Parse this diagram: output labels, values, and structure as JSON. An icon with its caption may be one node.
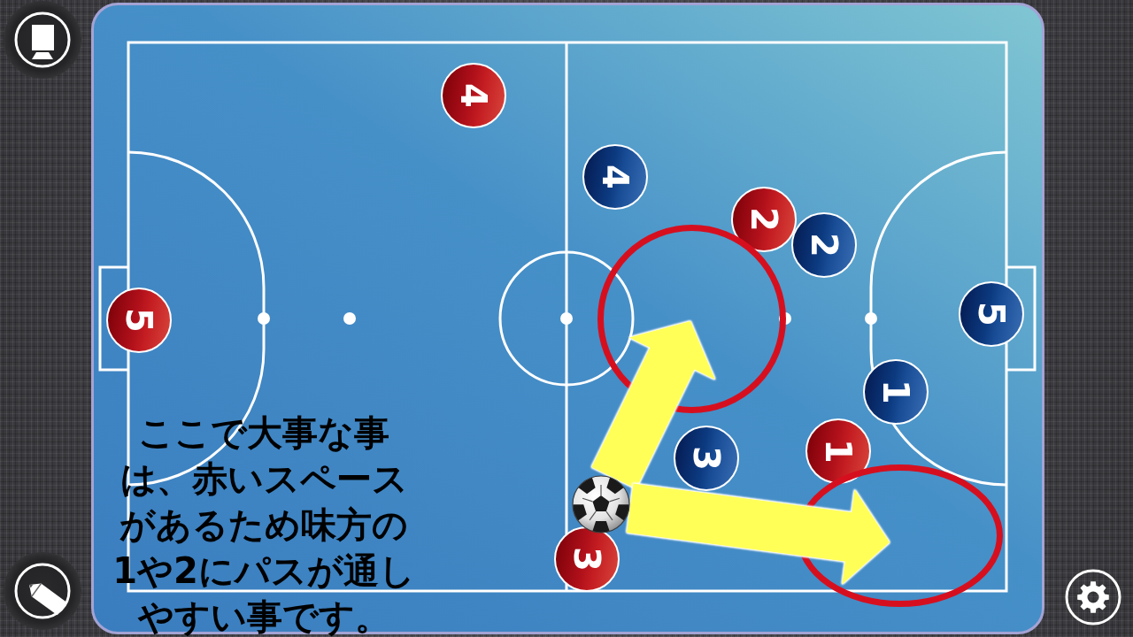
{
  "diagram": {
    "nodes": [
      {
        "text": [
          "4"
        ]
      },
      {
        "text": [
          "4"
        ]
      },
      {
        "text": [
          "2"
        ]
      },
      {
        "text": [
          "2"
        ]
      },
      {
        "text": [
          "5"
        ]
      },
      {
        "text": [],
        "shape": "circle"
      },
      {
        "text": [
          "5"
        ]
      },
      {
        "text": [
          "1"
        ]
      },
      {
        "text": [
          "3"
        ]
      },
      {
        "text": [
          "1"
        ]
      },
      {
        "text": [],
        "shape": "picture"
      },
      {
        "text": [],
        "shape": "ellipse"
      },
      {
        "text": [
          "3"
        ]
      }
    ],
    "edges": [
      {
        "from": 10,
        "to": 5,
        "arrow": "to"
      },
      {
        "from": 10,
        "to": 11,
        "arrow": "to"
      }
    ],
    "labels": [
      "ここで大事な事は、赤いスペースがあるため味方の1や2にパスが通しやすい事です。"
    ]
  }
}
